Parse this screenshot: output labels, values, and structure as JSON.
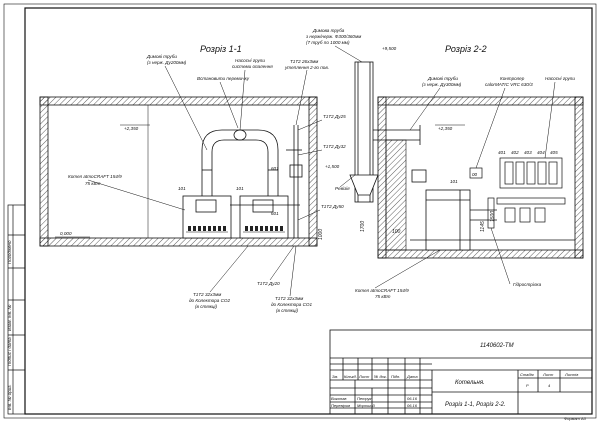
{
  "titles": {
    "section_1": "Розріз 1-1",
    "section_2": "Розріз 2-2"
  },
  "callouts_1": {
    "flue_pipes": "Димові труби",
    "flue_pipes_2": "(з нерж. Ду200мм)",
    "pumps": "Насосні групи",
    "pumps_2": "системи опалення",
    "chimney": "Димова труба",
    "chimney_2": "з нерж/нерж. Ф300/360мм",
    "chimney_3": "(7 труб по 1000 мм)",
    "pipe_top": "Т1Т2 26х3мм",
    "pipe_top_2": "утеплення 2-го пов.",
    "install_trap": "Встановити перемичку",
    "boiler": "Котел atmoCRAFT 154/9",
    "boiler_2": "75 кВт",
    "revision": "Ревізія",
    "t1t2_25": "Т1Т2 Ду25",
    "t1t2_32": "Т1Т2 Ду32",
    "t1t2_50": "Т1Т2 Ду50",
    "t1t2_20": "Т1Т2 Ду20",
    "col_co2": "Т1Т2 32х3мм",
    "col_co2_2": "до Колектора СО2",
    "col_co2_3": "(в стяжці)",
    "col_co1": "Т1Т2 32х3мм",
    "col_co1_2": "до Колектора СО1",
    "col_co1_3": "(в стяжці)"
  },
  "callouts_2": {
    "flue_pipes": "Димові труби",
    "flue_pipes_2": "(з нерж. Ду300мм)",
    "controller": "Контролер",
    "controller_2": "calorMATIC VRC 630/3",
    "pumps": "Насосні групи",
    "boiler": "Котел atmoCRAFT 154/9",
    "boiler_2": "75 кВт",
    "hydro": "Гідрострілка"
  },
  "levels": {
    "l2350a": "+2,350",
    "l0": "0,000",
    "l1500": "+1,500",
    "l9500": "+9,500",
    "l2350b": "+2,350"
  },
  "dims": {
    "d1000": "1000",
    "d1700": "1700",
    "d1145": "1145",
    "d1500": "1500",
    "d100": "100"
  },
  "tags": {
    "b1": "101",
    "b2": "101",
    "b3": "101",
    "p1": "401",
    "p2": "402",
    "p3": "403",
    "p4": "404",
    "p5": "405",
    "s1": "601",
    "s2": "601",
    "ctrl": "00"
  },
  "title_block": {
    "doc_code": "1140602-ТМ",
    "object": "Котельня.",
    "sheet_title": "Розріз 1-1, Розріз 2-2.",
    "stage_h": "Стадія",
    "sheet_h": "Лист",
    "sheets_h": "Листів",
    "stage": "Р",
    "sheet": "4",
    "sheets": "",
    "col_zm": "Зм.",
    "col_kilk": "Кількд.",
    "col_list": "Лист",
    "col_doc": "№ док.",
    "col_pidp": "Підп.",
    "col_data": "Дата",
    "role1": "Виконав",
    "name1": "Петрук",
    "date1": "06.16",
    "role2": "Перевірив",
    "name2": "Мороший",
    "date2": "06.16",
    "format": "Формат А3"
  },
  "margin_labels": {
    "a": "Погоджено",
    "b": "Інв. № ориг.",
    "c": "Підпис і дата",
    "d": "Взам. інв. №"
  }
}
